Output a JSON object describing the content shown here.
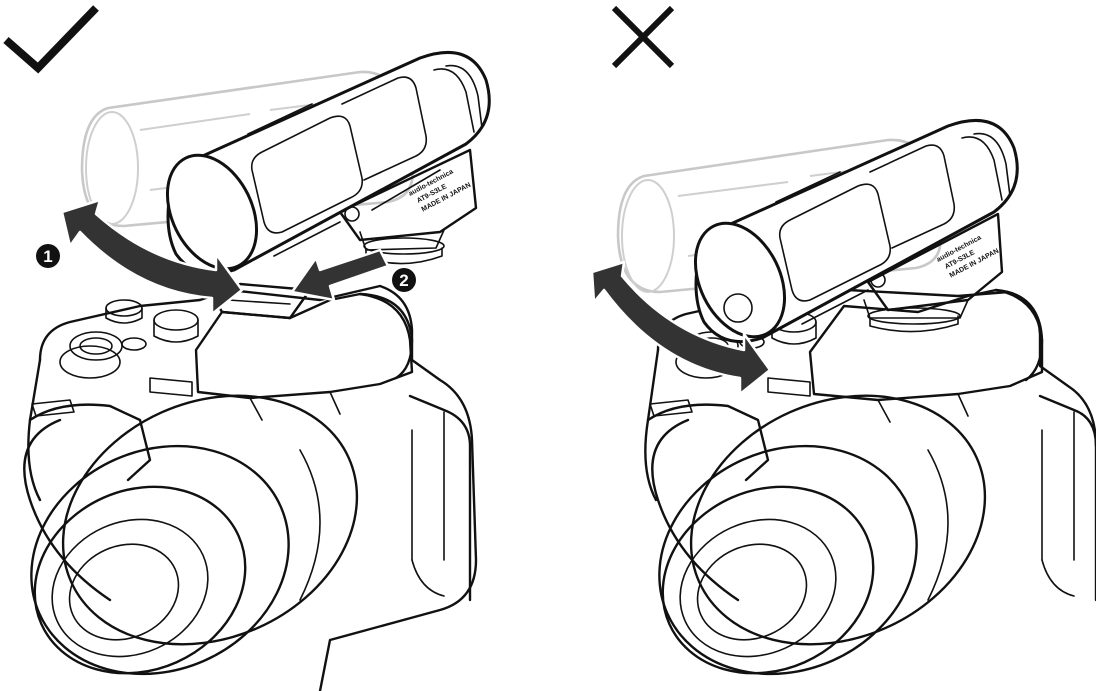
{
  "panels": {
    "correct": {
      "mark_icon": "check-mark-icon",
      "step_1": "1",
      "step_2": "2"
    },
    "incorrect": {
      "mark_icon": "cross-mark-icon"
    }
  },
  "mic_label": {
    "brand": "audio-technica",
    "model": "AT9-S3LE",
    "origin": "MADE IN JAPAN"
  },
  "colors": {
    "line": "#111111",
    "ghost": "#c8c8c8",
    "arrow": "#333333"
  }
}
